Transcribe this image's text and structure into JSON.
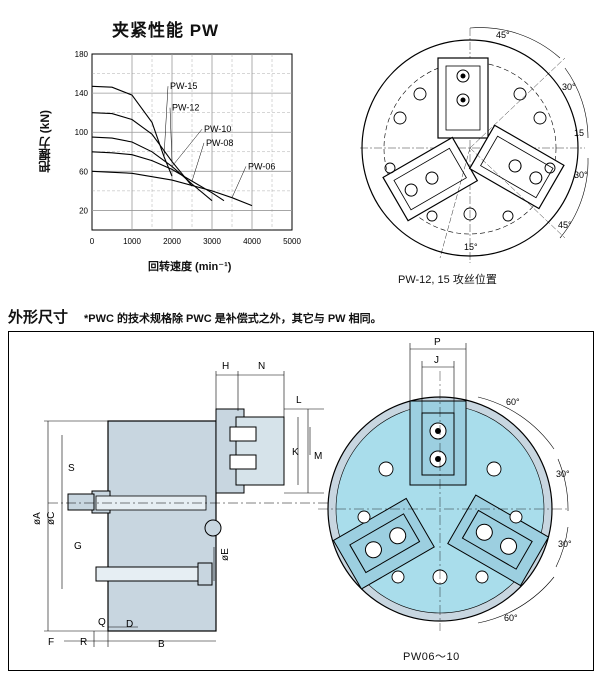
{
  "header": {
    "title": "夹紧性能  PW"
  },
  "chart_data": {
    "type": "line",
    "xlabel": "回转速度 (min⁻¹)",
    "ylabel": "把握力 (kN)",
    "xlim": [
      0,
      5000
    ],
    "ylim": [
      0,
      180
    ],
    "x_ticks": [
      "0",
      "1000",
      "2000",
      "3000",
      "4000",
      "5000"
    ],
    "y_ticks": [
      "20",
      "60",
      "100",
      "140",
      "180"
    ],
    "grid": true,
    "series": [
      {
        "name": "PW-15",
        "x": [
          0,
          500,
          1000,
          1500,
          1800,
          2000
        ],
        "y": [
          147,
          146,
          138,
          110,
          75,
          55
        ]
      },
      {
        "name": "PW-12",
        "x": [
          0,
          500,
          1000,
          1500,
          2000,
          2500
        ],
        "y": [
          120,
          119,
          113,
          98,
          70,
          45
        ]
      },
      {
        "name": "PW-10",
        "x": [
          0,
          500,
          1000,
          1500,
          2000,
          2500,
          3000
        ],
        "y": [
          95,
          94,
          90,
          80,
          65,
          47,
          30
        ]
      },
      {
        "name": "PW-08",
        "x": [
          0,
          500,
          1000,
          1500,
          2000,
          2500,
          3000,
          3300
        ],
        "y": [
          80,
          79,
          77,
          71,
          62,
          50,
          38,
          30
        ]
      },
      {
        "name": "PW-06",
        "x": [
          0,
          1000,
          2000,
          3000,
          3500,
          4000
        ],
        "y": [
          60,
          58,
          51,
          40,
          33,
          25
        ]
      }
    ]
  },
  "top_right": {
    "caption": "PW-12, 15 攻丝位置",
    "angles": [
      "45°",
      "30°",
      "15",
      "30°",
      "45°",
      "15°"
    ]
  },
  "section": {
    "title": "外形尺寸",
    "note": "*PWC 的技术规格除 PWC 是补偿式之外，其它与 PW 相同。"
  },
  "dimensions": {
    "H": "H",
    "N": "N",
    "L": "L",
    "K": "K",
    "M": "M",
    "S": "S",
    "phiA": "øA",
    "phiC": "øC",
    "G": "G",
    "phiE": "øE",
    "F": "F",
    "R": "R",
    "Q": "Q",
    "D": "D",
    "B": "B",
    "P": "P",
    "J": "J"
  },
  "front_view": {
    "angles": [
      "60°",
      "30°",
      "30°",
      "60°"
    ],
    "model": "PW06～10"
  },
  "colors": {
    "body": "#c8d6e0",
    "face": "#a9ddeb",
    "jaw": "#9ccfe0"
  }
}
